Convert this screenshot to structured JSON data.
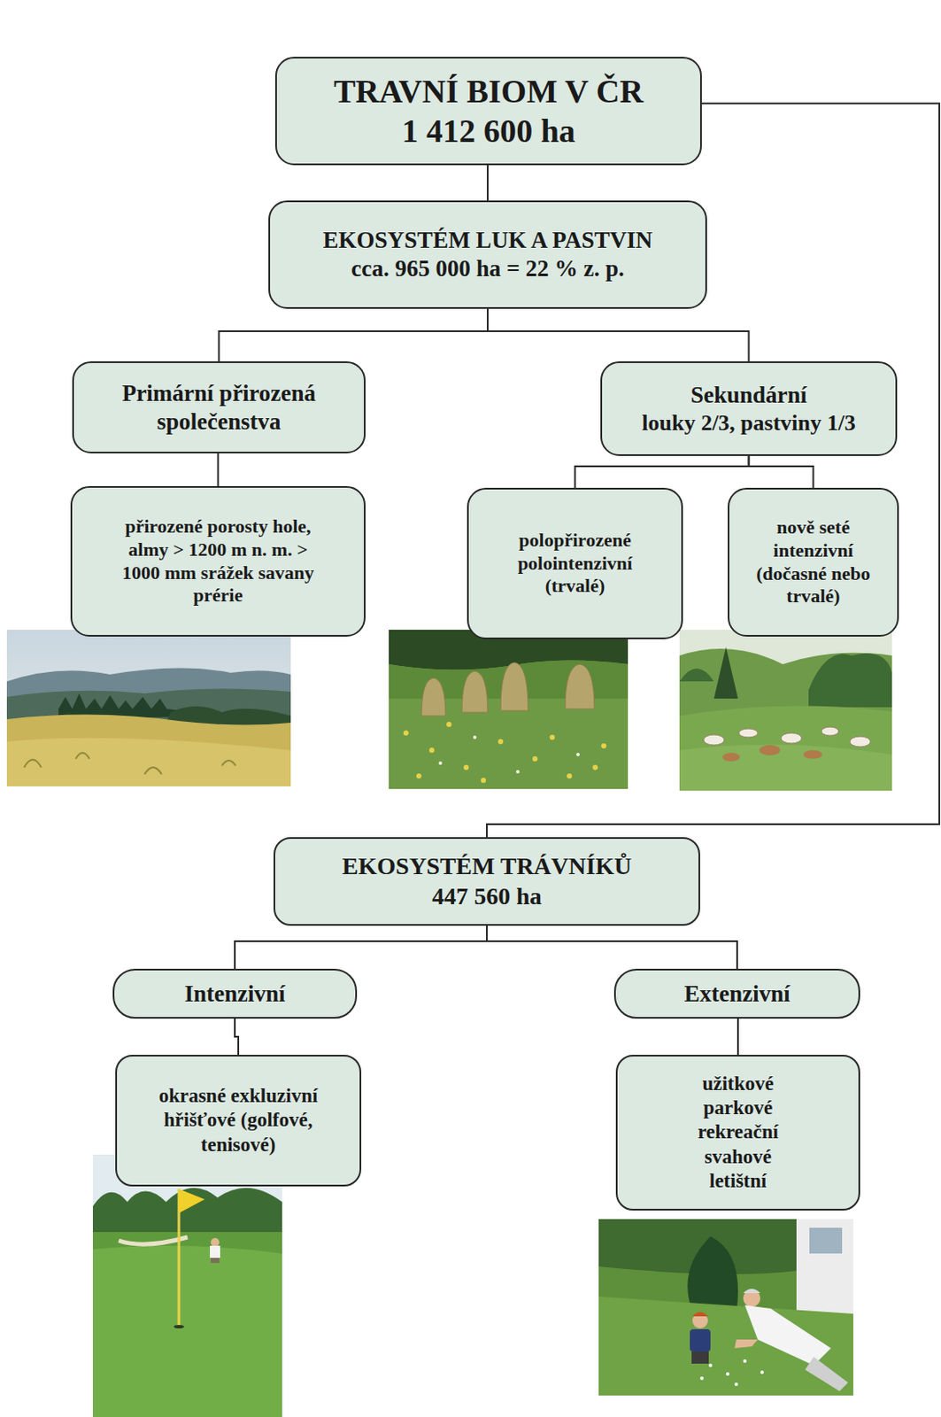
{
  "diagram": {
    "nodes": [
      {
        "text": [
          "TRAVNÍ BIOM V ČR",
          "1 412 600 ha"
        ]
      },
      {
        "text": [
          "EKOSYSTÉM LUK A PASTVIN",
          "cca. 965 000 ha = 22 % z. p."
        ]
      },
      {
        "text": [
          "Primární přirozená společenstva"
        ]
      },
      {
        "text": [
          "Sekundární",
          "louky 2/3, pastviny 1/3"
        ]
      },
      {
        "text": [
          "přirozené porosty hole, almy > 1200 m n. m. > 1000 mm srážek savany prérie"
        ]
      },
      {
        "text": [
          "polopřirozené polointenzivní (trvalé)"
        ]
      },
      {
        "text": [
          "nově seté intenzivní (dočasné nebo trvalé)"
        ]
      },
      {
        "text": [
          "EKOSYSTÉM TRÁVNÍKŮ",
          "447 560 ha"
        ]
      },
      {
        "text": [
          "Intenzivní"
        ]
      },
      {
        "text": [
          "Extenzivní"
        ]
      },
      {
        "text": [
          "okrasné exkluzivní hřišťové (golfové, tenisové)"
        ]
      },
      {
        "text": [
          "užitkové parkové rekreační svahové letištní"
        ]
      }
    ],
    "edges": [
      {
        "from": 0,
        "to": 1,
        "arrow": "none"
      },
      {
        "from": 1,
        "to": 2,
        "arrow": "none"
      },
      {
        "from": 1,
        "to": 3,
        "arrow": "none"
      },
      {
        "from": 2,
        "to": 4,
        "arrow": "none"
      },
      {
        "from": 3,
        "to": 5,
        "arrow": "none"
      },
      {
        "from": 3,
        "to": 6,
        "arrow": "none"
      },
      {
        "from": 0,
        "to": 7,
        "arrow": "none"
      },
      {
        "from": 7,
        "to": 8,
        "arrow": "none"
      },
      {
        "from": 7,
        "to": 9,
        "arrow": "none"
      },
      {
        "from": 8,
        "to": 10,
        "arrow": "none"
      },
      {
        "from": 9,
        "to": 11,
        "arrow": "none"
      }
    ]
  }
}
